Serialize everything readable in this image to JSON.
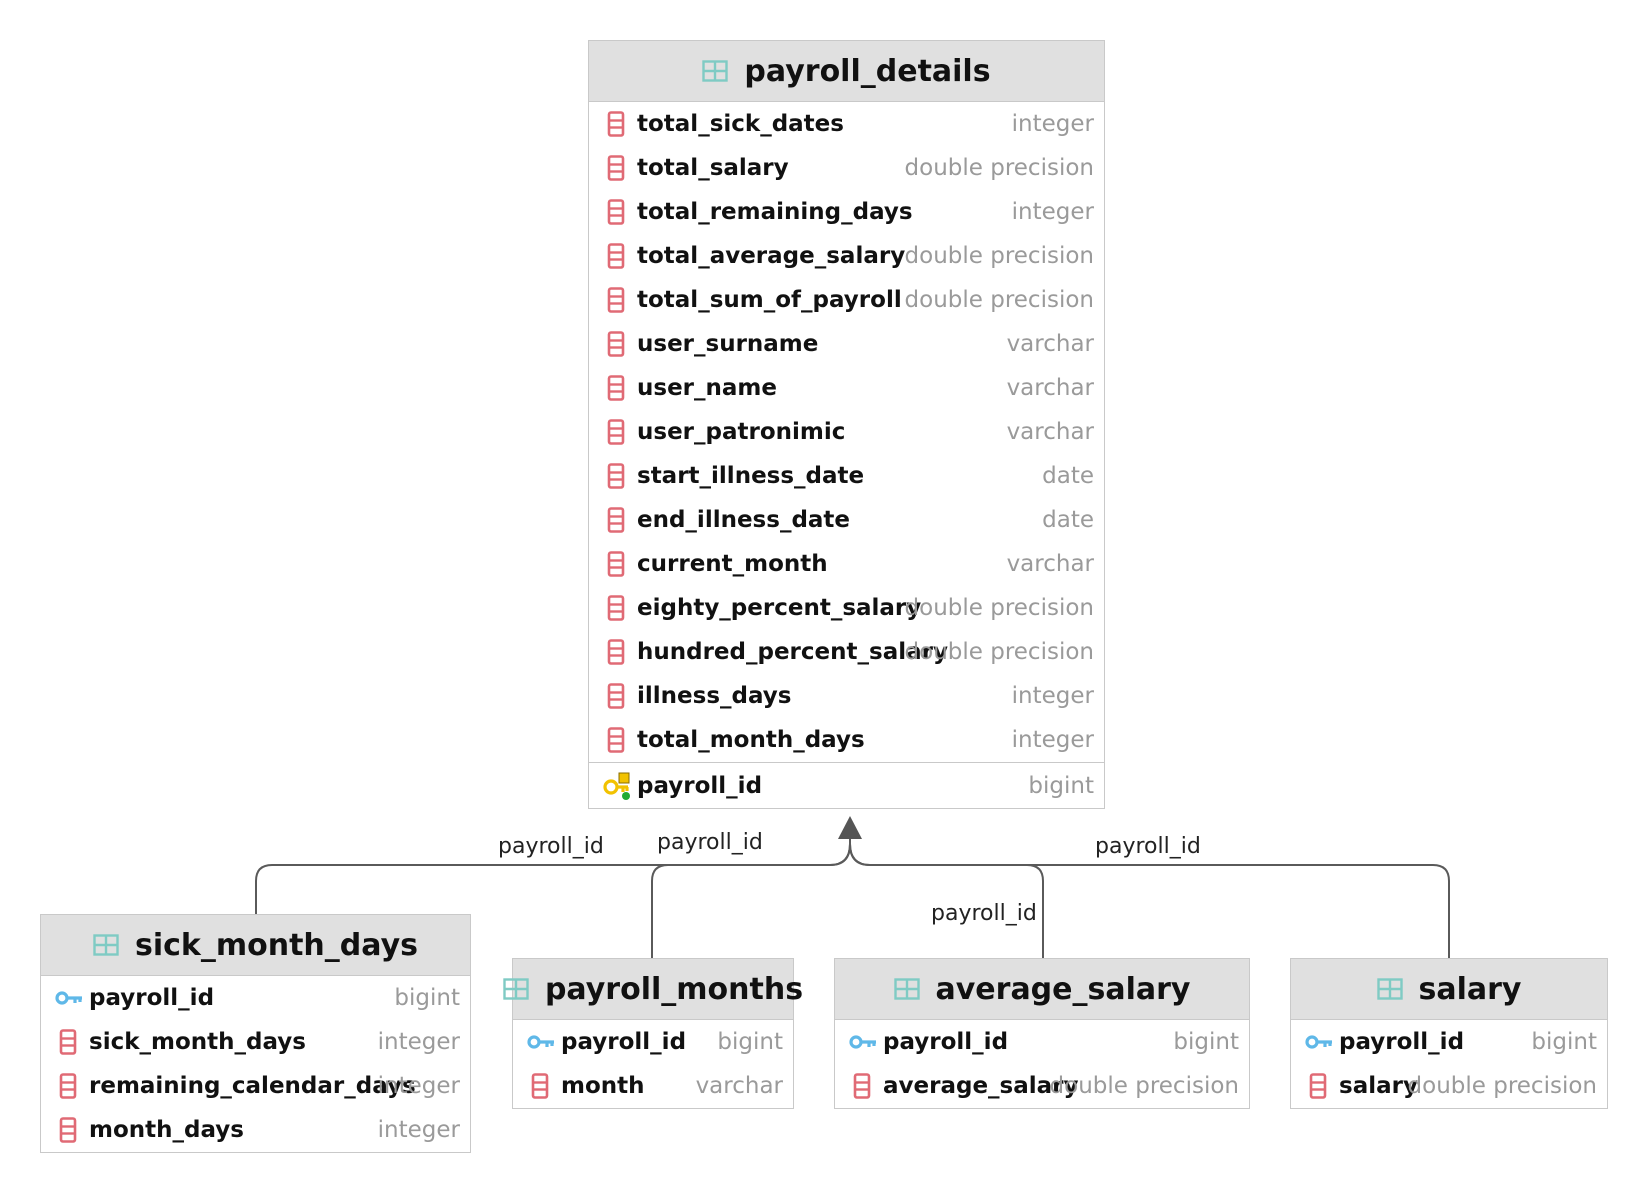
{
  "tables": {
    "payroll_details": {
      "name": "payroll_details",
      "columns": [
        {
          "name": "total_sick_dates",
          "type": "integer"
        },
        {
          "name": "total_salary",
          "type": "double precision"
        },
        {
          "name": "total_remaining_days",
          "type": "integer"
        },
        {
          "name": "total_average_salary",
          "type": "double precision"
        },
        {
          "name": "total_sum_of_payroll",
          "type": "double precision"
        },
        {
          "name": "user_surname",
          "type": "varchar"
        },
        {
          "name": "user_name",
          "type": "varchar"
        },
        {
          "name": "user_patronimic",
          "type": "varchar"
        },
        {
          "name": "start_illness_date",
          "type": "date"
        },
        {
          "name": "end_illness_date",
          "type": "date"
        },
        {
          "name": "current_month",
          "type": "varchar"
        },
        {
          "name": "eighty_percent_salary",
          "type": "double precision"
        },
        {
          "name": "hundred_percent_salary",
          "type": "double precision"
        },
        {
          "name": "illness_days",
          "type": "integer"
        },
        {
          "name": "total_month_days",
          "type": "integer"
        }
      ],
      "pk": {
        "name": "payroll_id",
        "type": "bigint"
      }
    },
    "sick_month_days": {
      "name": "sick_month_days",
      "columns": [
        {
          "name": "payroll_id",
          "type": "bigint",
          "icon": "key"
        },
        {
          "name": "sick_month_days",
          "type": "integer",
          "icon": "column"
        },
        {
          "name": "remaining_calendar_days",
          "type": "integer",
          "icon": "column"
        },
        {
          "name": "month_days",
          "type": "integer",
          "icon": "column"
        }
      ]
    },
    "payroll_months": {
      "name": "payroll_months",
      "columns": [
        {
          "name": "payroll_id",
          "type": "bigint",
          "icon": "key"
        },
        {
          "name": "month",
          "type": "varchar",
          "icon": "column"
        }
      ]
    },
    "average_salary": {
      "name": "average_salary",
      "columns": [
        {
          "name": "payroll_id",
          "type": "bigint",
          "icon": "key"
        },
        {
          "name": "average_salary",
          "type": "double precision",
          "icon": "column"
        }
      ]
    },
    "salary": {
      "name": "salary",
      "columns": [
        {
          "name": "payroll_id",
          "type": "bigint",
          "icon": "key"
        },
        {
          "name": "salary",
          "type": "double precision",
          "icon": "column"
        }
      ]
    }
  },
  "connections": {
    "sick_month_days": "payroll_id",
    "payroll_months": "payroll_id",
    "average_salary": "payroll_id",
    "salary": "payroll_id"
  },
  "icons": {
    "table": "table-icon",
    "column": "column-icon",
    "key": "key-icon",
    "primary_key": "primary-key-icon"
  },
  "colors": {
    "header_bg": "#e0e0e0",
    "column_icon": "#e06a75",
    "table_icon": "#7fcbc4",
    "key_icon": "#5fb8e8",
    "primary_key_icon": "#f2c200",
    "type_text": "#9a9a9a",
    "connector": "#555555"
  }
}
